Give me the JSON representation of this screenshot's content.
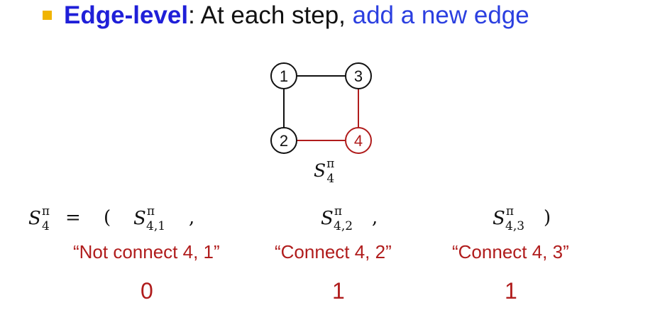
{
  "heading": {
    "bold": "Edge-level",
    "colon_text": ": At each step, ",
    "colored": "add a new edge"
  },
  "graph": {
    "nodes": [
      "1",
      "3",
      "2",
      "4"
    ],
    "caption": {
      "base": "S",
      "sup": "π",
      "sub": "4"
    }
  },
  "equation": {
    "lhs": {
      "base": "S",
      "sup": "π",
      "sub": "4"
    },
    "equals": "=",
    "open_paren": "(",
    "close_paren": ")",
    "comma": ",",
    "terms": [
      {
        "base": "S",
        "sup": "π",
        "sub": "4,1"
      },
      {
        "base": "S",
        "sup": "π",
        "sub": "4,2"
      },
      {
        "base": "S",
        "sup": "π",
        "sub": "4,3"
      }
    ]
  },
  "explanations": [
    "“Not connect 4, 1”",
    "“Connect 4, 2”",
    "“Connect 4, 3”"
  ],
  "values": [
    "0",
    "1",
    "1"
  ],
  "colors": {
    "accent_blue": "#2b3fe0",
    "highlight_red": "#b01c1c",
    "bullet": "#f0b400"
  }
}
